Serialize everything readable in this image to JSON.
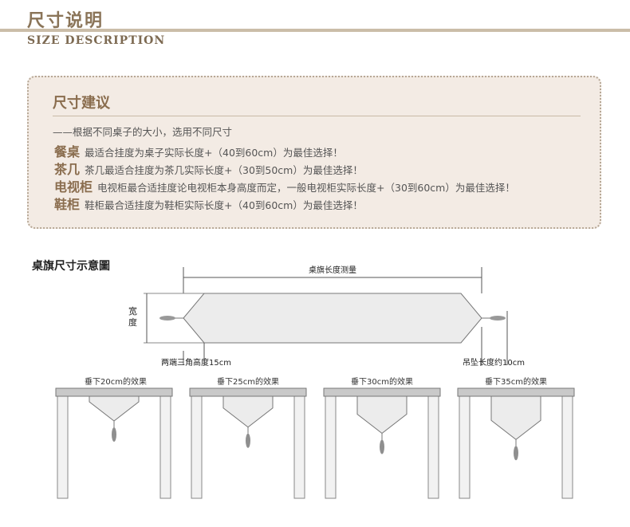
{
  "header": {
    "title": "尺寸说明",
    "subtitle": "SIZE DESCRIPTION"
  },
  "advice": {
    "title": "尺寸建议",
    "lead": "——根据不同桌子的大小，选用不同尺寸",
    "items": [
      {
        "key": "餐桌",
        "text": "最适合挂度为桌子实际长度+（40到60cm）为最佳选择！"
      },
      {
        "key": "茶几",
        "text": "茶几最适合挂度为茶几实际长度+（30到50cm）为最佳选择！"
      },
      {
        "key": "电视柜",
        "text": "电视柜最合适挂度论电视柜本身高度而定，一般电视柜实际长度+（30到60cm）为最佳选择！"
      },
      {
        "key": "鞋柜",
        "text": "鞋柜最合适挂度为鞋柜实际长度+（40到60cm）为最佳选择！"
      }
    ]
  },
  "diagram": {
    "title": "桌旗尺寸示意圖",
    "length_label": "桌旗长度测量",
    "width_label_1": "宽",
    "width_label_2": "度",
    "triangle_label": "两端三角高度15cm",
    "tassel_label": "吊坠长度约10cm"
  },
  "drop_examples": [
    {
      "caption": "垂下20cm的效果",
      "drop_cm": 20
    },
    {
      "caption": "垂下25cm的效果",
      "drop_cm": 25
    },
    {
      "caption": "垂下30cm的效果",
      "drop_cm": 30
    },
    {
      "caption": "垂下35cm的效果",
      "drop_cm": 35
    }
  ],
  "colors": {
    "accent": "#8a6d4e",
    "panel": "#f3ebe4",
    "runner": "#ececec",
    "marble": "#c9c9c9"
  }
}
